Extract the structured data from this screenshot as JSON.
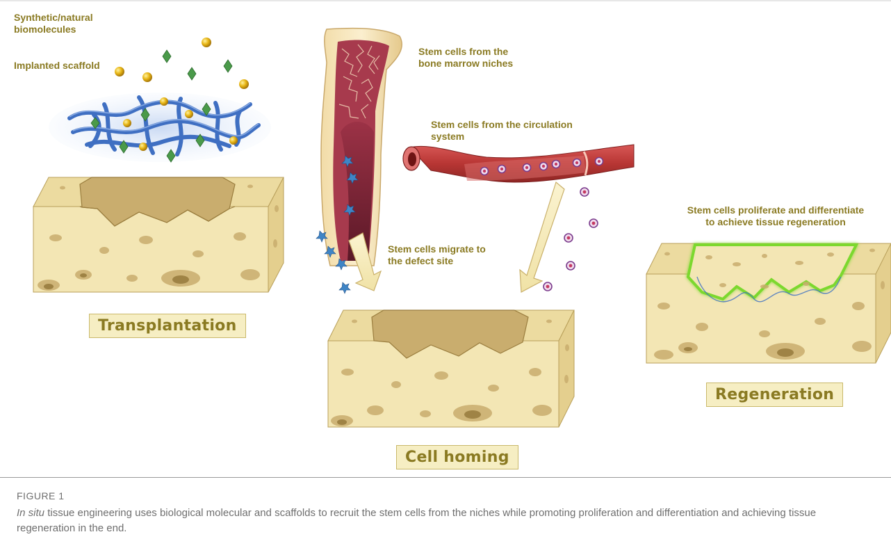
{
  "labels": {
    "biomolecules": "Synthetic/natural\nbiomolecules",
    "scaffold": "Implanted scaffold",
    "marrow": "Stem cells from the\nbone marrow niches",
    "circulation": "Stem cells from the circulation\nsystem",
    "migrate": "Stem cells migrate to\nthe defect site",
    "proliferate": "Stem cells proliferate and differentiate\nto achieve tissue regeneration"
  },
  "stages": {
    "transplantation": "Transplantation",
    "homing": "Cell homing",
    "regeneration": "Regeneration"
  },
  "caption": {
    "heading": "FIGURE 1",
    "italic": "In situ",
    "text": " tissue engineering uses biological molecular and scaffolds to recruit the stem cells from the niches while promoting proliferation and differentiation and achieving tissue regeneration in the end."
  },
  "colors": {
    "label_text": "#8a7a22",
    "tissue": "#f3e6b4",
    "tissue_side": "#e9d89a",
    "defect": "#c9ad6e",
    "scaffold": "#3f6fc2",
    "gold_particle": "#e7b514",
    "green_particle": "#4a9a4a",
    "vessel": "#c0403f",
    "marrow": "#8b2a3b",
    "regen_outline": "#7bd82e",
    "stem_cell_blue": "#3f85c6"
  }
}
